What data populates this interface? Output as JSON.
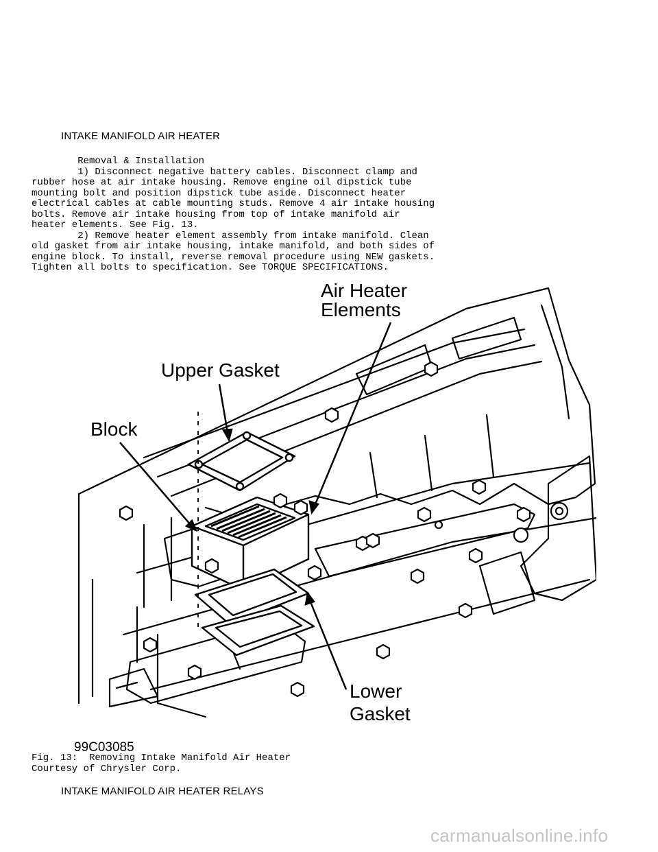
{
  "section_title": "INTAKE MANIFOLD AIR HEATER",
  "body_lines": [
    "        Removal & Installation",
    "        1) Disconnect negative battery cables. Disconnect clamp and",
    "rubber hose at air intake housing. Remove engine oil dipstick tube",
    "mounting bolt and position dipstick tube aside. Disconnect heater",
    "electrical cables at cable mounting studs. Remove 4 air intake housing",
    "bolts. Remove air intake housing from top of intake manifold air",
    "heater elements. See Fig. 13.",
    "        2) Remove heater element assembly from intake manifold. Clean",
    "old gasket from air intake housing, intake manifold, and both sides of",
    "engine block. To install, reverse removal procedure using NEW gaskets.",
    "Tighten all bolts to specification. See TORQUE SPECIFICATIONS."
  ],
  "figure": {
    "labels": {
      "air_heater_1": "Air Heater",
      "air_heater_2": "Elements",
      "upper_gasket": "Upper Gasket",
      "block": "Block",
      "lower_1": "Lower",
      "lower_2": "Gasket"
    },
    "code": "99C03085",
    "caption": "Fig. 13:  Removing Intake Manifold Air Heater",
    "credit": "Courtesy of Chrysler Corp."
  },
  "next_section_title": "INTAKE MANIFOLD AIR HEATER RELAYS",
  "watermark": "carmanualsonline.info"
}
